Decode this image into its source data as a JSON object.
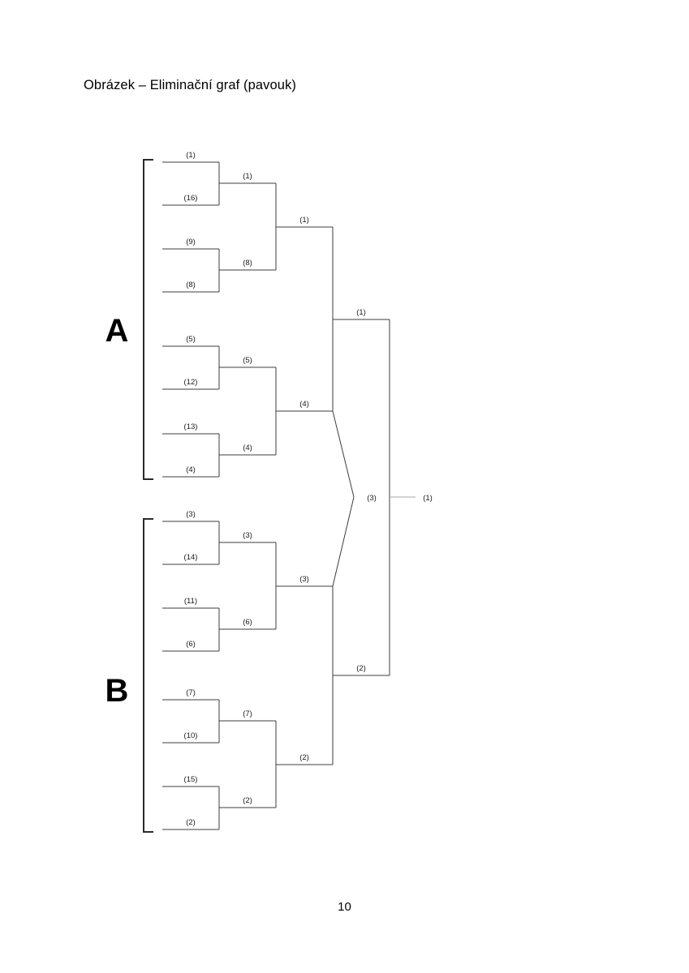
{
  "document": {
    "caption": "Obrázek – Eliminační graf (pavouk)",
    "page_number": "10"
  },
  "bracket": {
    "group_a": {
      "label": "A",
      "round1": [
        "(1)",
        "(16)",
        "(9)",
        "(8)",
        "(5)",
        "(12)",
        "(13)",
        "(4)"
      ],
      "round2": [
        "(1)",
        "(8)",
        "(5)",
        "(4)"
      ],
      "round3": [
        "(1)",
        "(4)"
      ],
      "final_qualifier": "(1)"
    },
    "group_b": {
      "label": "B",
      "round1": [
        "(3)",
        "(14)",
        "(11)",
        "(6)",
        "(7)",
        "(10)",
        "(15)",
        "(2)"
      ],
      "round2": [
        "(3)",
        "(6)",
        "(7)",
        "(2)"
      ],
      "round3": [
        "(3)",
        "(2)"
      ],
      "final_qualifier": "(2)"
    },
    "third_place_result": "(3)",
    "champion": "(1)"
  }
}
